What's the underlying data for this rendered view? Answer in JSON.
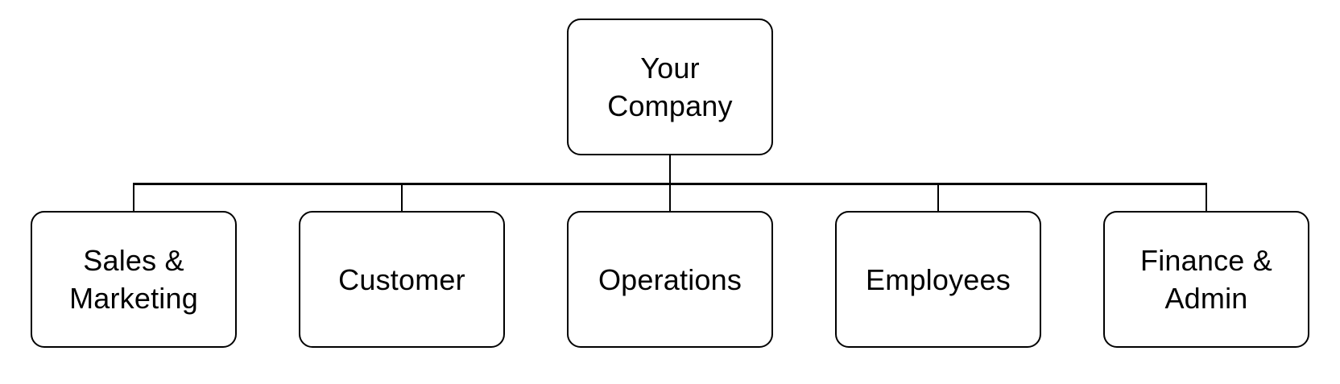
{
  "diagram": {
    "type": "org-chart",
    "colors": {
      "stroke": "#000000",
      "text": "#000000",
      "background": "#ffffff"
    },
    "root": {
      "id": "your-company",
      "label": "Your\nCompany"
    },
    "children": [
      {
        "id": "sales-marketing",
        "label": "Sales &\nMarketing"
      },
      {
        "id": "customer",
        "label": "Customer"
      },
      {
        "id": "operations",
        "label": "Operations"
      },
      {
        "id": "employees",
        "label": "Employees"
      },
      {
        "id": "finance-admin",
        "label": "Finance &\nAdmin"
      }
    ]
  }
}
